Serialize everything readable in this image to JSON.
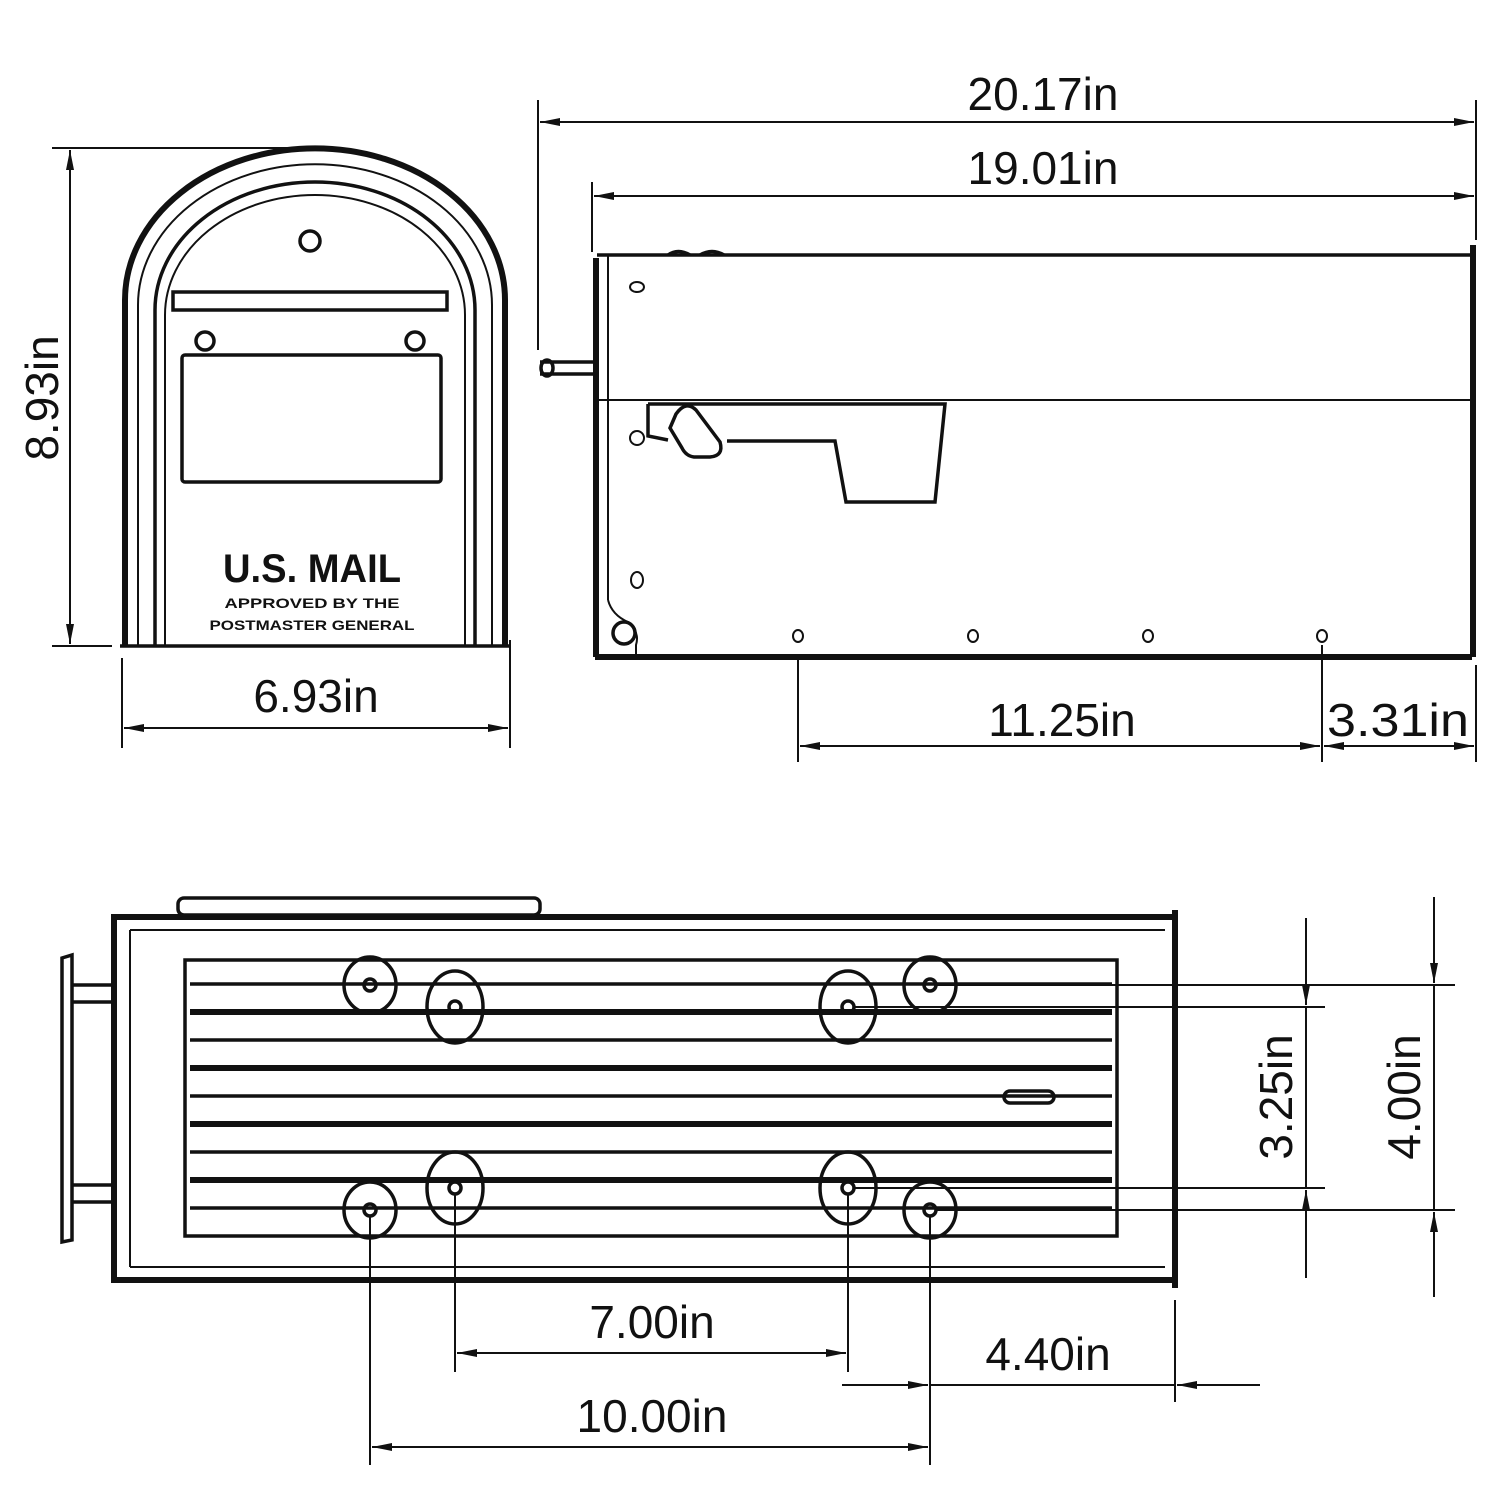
{
  "diagram": {
    "subject": "Mailbox dimension drawing",
    "colors": {
      "line": "#111111",
      "background": "#ffffff"
    },
    "front_view": {
      "label_main": "U.S. MAIL",
      "label_line1": "APPROVED BY THE",
      "label_line2": "POSTMASTER GENERAL",
      "height": "8.93in",
      "width": "6.93in"
    },
    "side_view": {
      "overall_length": "20.17in",
      "body_length": "19.01in",
      "hole_span": "11.25in",
      "rear_offset": "3.31in"
    },
    "bottom_view": {
      "inner_hole_spacing_width": "3.25in",
      "outer_hole_spacing_width": "4.00in",
      "inner_hole_spacing_length": "7.00in",
      "outer_hole_spacing_length": "10.00in",
      "rear_offset": "4.40in"
    }
  }
}
